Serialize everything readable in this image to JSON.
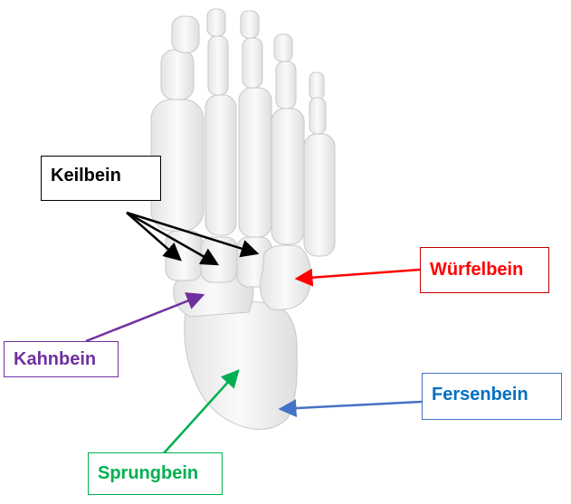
{
  "labels": {
    "keilbein": {
      "text": "Keilbein",
      "color": "#000000",
      "border": "#000000"
    },
    "wuerfelbein": {
      "text": "Würfelbein",
      "color": "#ff0000",
      "border": "#c00000"
    },
    "kahnbein": {
      "text": "Kahnbein",
      "color": "#7030a0",
      "border": "#7030a0"
    },
    "fersenbein": {
      "text": "Fersenbein",
      "color": "#0070c0",
      "border": "#4472c4"
    },
    "sprungbein": {
      "text": "Sprungbein",
      "color": "#00b050",
      "border": "#00b050"
    }
  }
}
